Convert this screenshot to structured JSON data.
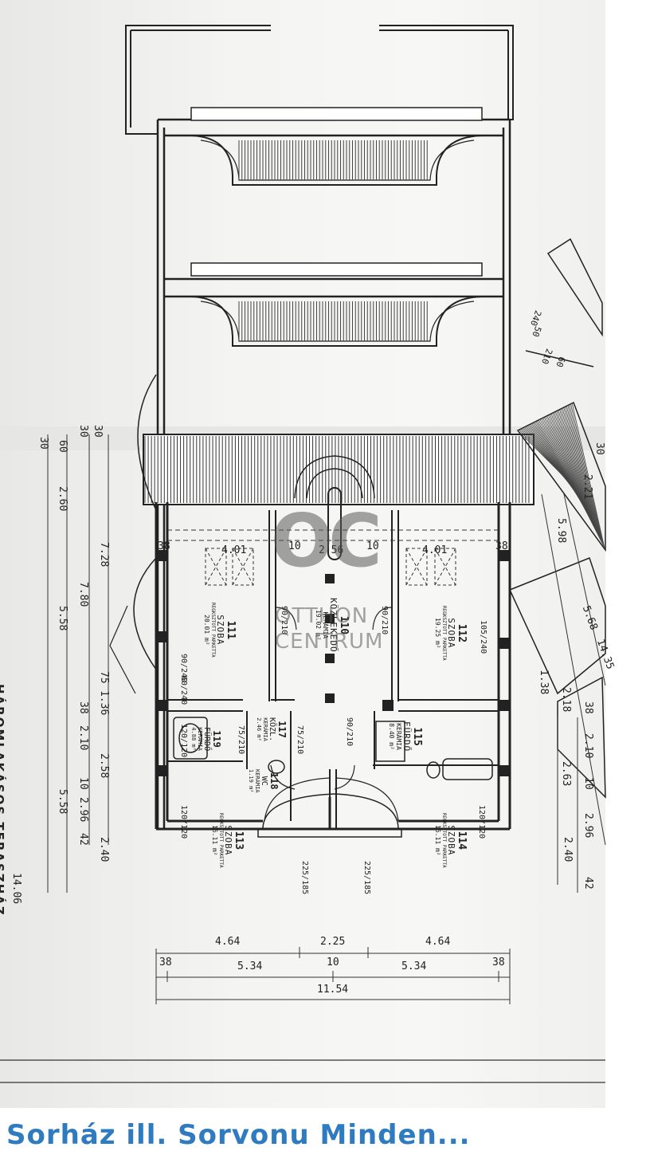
{
  "drawing_title": "HÁROMLAKÁSOS TERASZHÁZ",
  "watermark": {
    "logo": "OC",
    "line1": "OTTHON",
    "line2": "CENTRUM"
  },
  "rooms": [
    {
      "number": "110",
      "name": "KÖZLEKEDŐ",
      "floor": "KERÁMIA",
      "area": "19.02 m²"
    },
    {
      "number": "111",
      "name": "SZOBA",
      "floor": "REGKSZTOTT PARKETTA",
      "area": "20.01 m²"
    },
    {
      "number": "112",
      "name": "SZOBA",
      "floor": "REGKSZTOTT PARKETTA",
      "area": "19.25 m²"
    },
    {
      "number": "113",
      "name": "SZOBA",
      "floor": "REGKSZTOTT PARKETTA",
      "area": "16.11 m²"
    },
    {
      "number": "114",
      "name": "SZOBA",
      "floor": "REGKSZTOTT PARKETTA",
      "area": "16.11 m²"
    },
    {
      "number": "115",
      "name": "FÜRDŐ",
      "floor": "KERÁMIA",
      "area": "8.40 m²"
    },
    {
      "number": "117",
      "name": "KÖZL.",
      "floor": "KERÁMIA",
      "area": "2.46 m²"
    },
    {
      "number": "118",
      "name": "WC",
      "floor": "KERÁMIA",
      "area": "1.19 m²"
    },
    {
      "number": "119",
      "name": "FÜRDŐ",
      "floor": "KERÁMIA",
      "area": "4.88 m²"
    }
  ],
  "bottom_dims": {
    "row1": [
      "4.64",
      "2.25",
      "4.64"
    ],
    "row2": [
      "38",
      "5.34",
      "10",
      "5.34",
      "38"
    ],
    "row3": [
      "11.54"
    ]
  },
  "left_dims": {
    "outer": [
      "30",
      "30",
      "7.28",
      "75",
      "1.36",
      "2.58",
      "2.40"
    ],
    "middle": [
      "60",
      "7.80",
      "38",
      "2.10",
      "10",
      "2.96",
      "42"
    ],
    "inner": [
      "2.60",
      "5.58",
      "5.58"
    ],
    "total": [
      "30",
      "14.06"
    ]
  },
  "right_dims": {
    "outer": [
      "5.98",
      "5.68",
      "14.35",
      "2.18",
      "38",
      "2.10",
      "10",
      "2.96",
      "42"
    ],
    "inner": [
      "1.38",
      "2.63",
      "2.40",
      "2.21",
      "30"
    ]
  },
  "interior_dims": [
    "38",
    "4.01",
    "10",
    "2.56",
    "10",
    "4.01",
    "38",
    "90/240",
    "60/240",
    "90/210",
    "75/210",
    "120/120",
    "105/240",
    "225/185",
    "240",
    "50",
    "60",
    "210"
  ],
  "bottom_heading": "Sorház ill. Sorvonu Minden..."
}
